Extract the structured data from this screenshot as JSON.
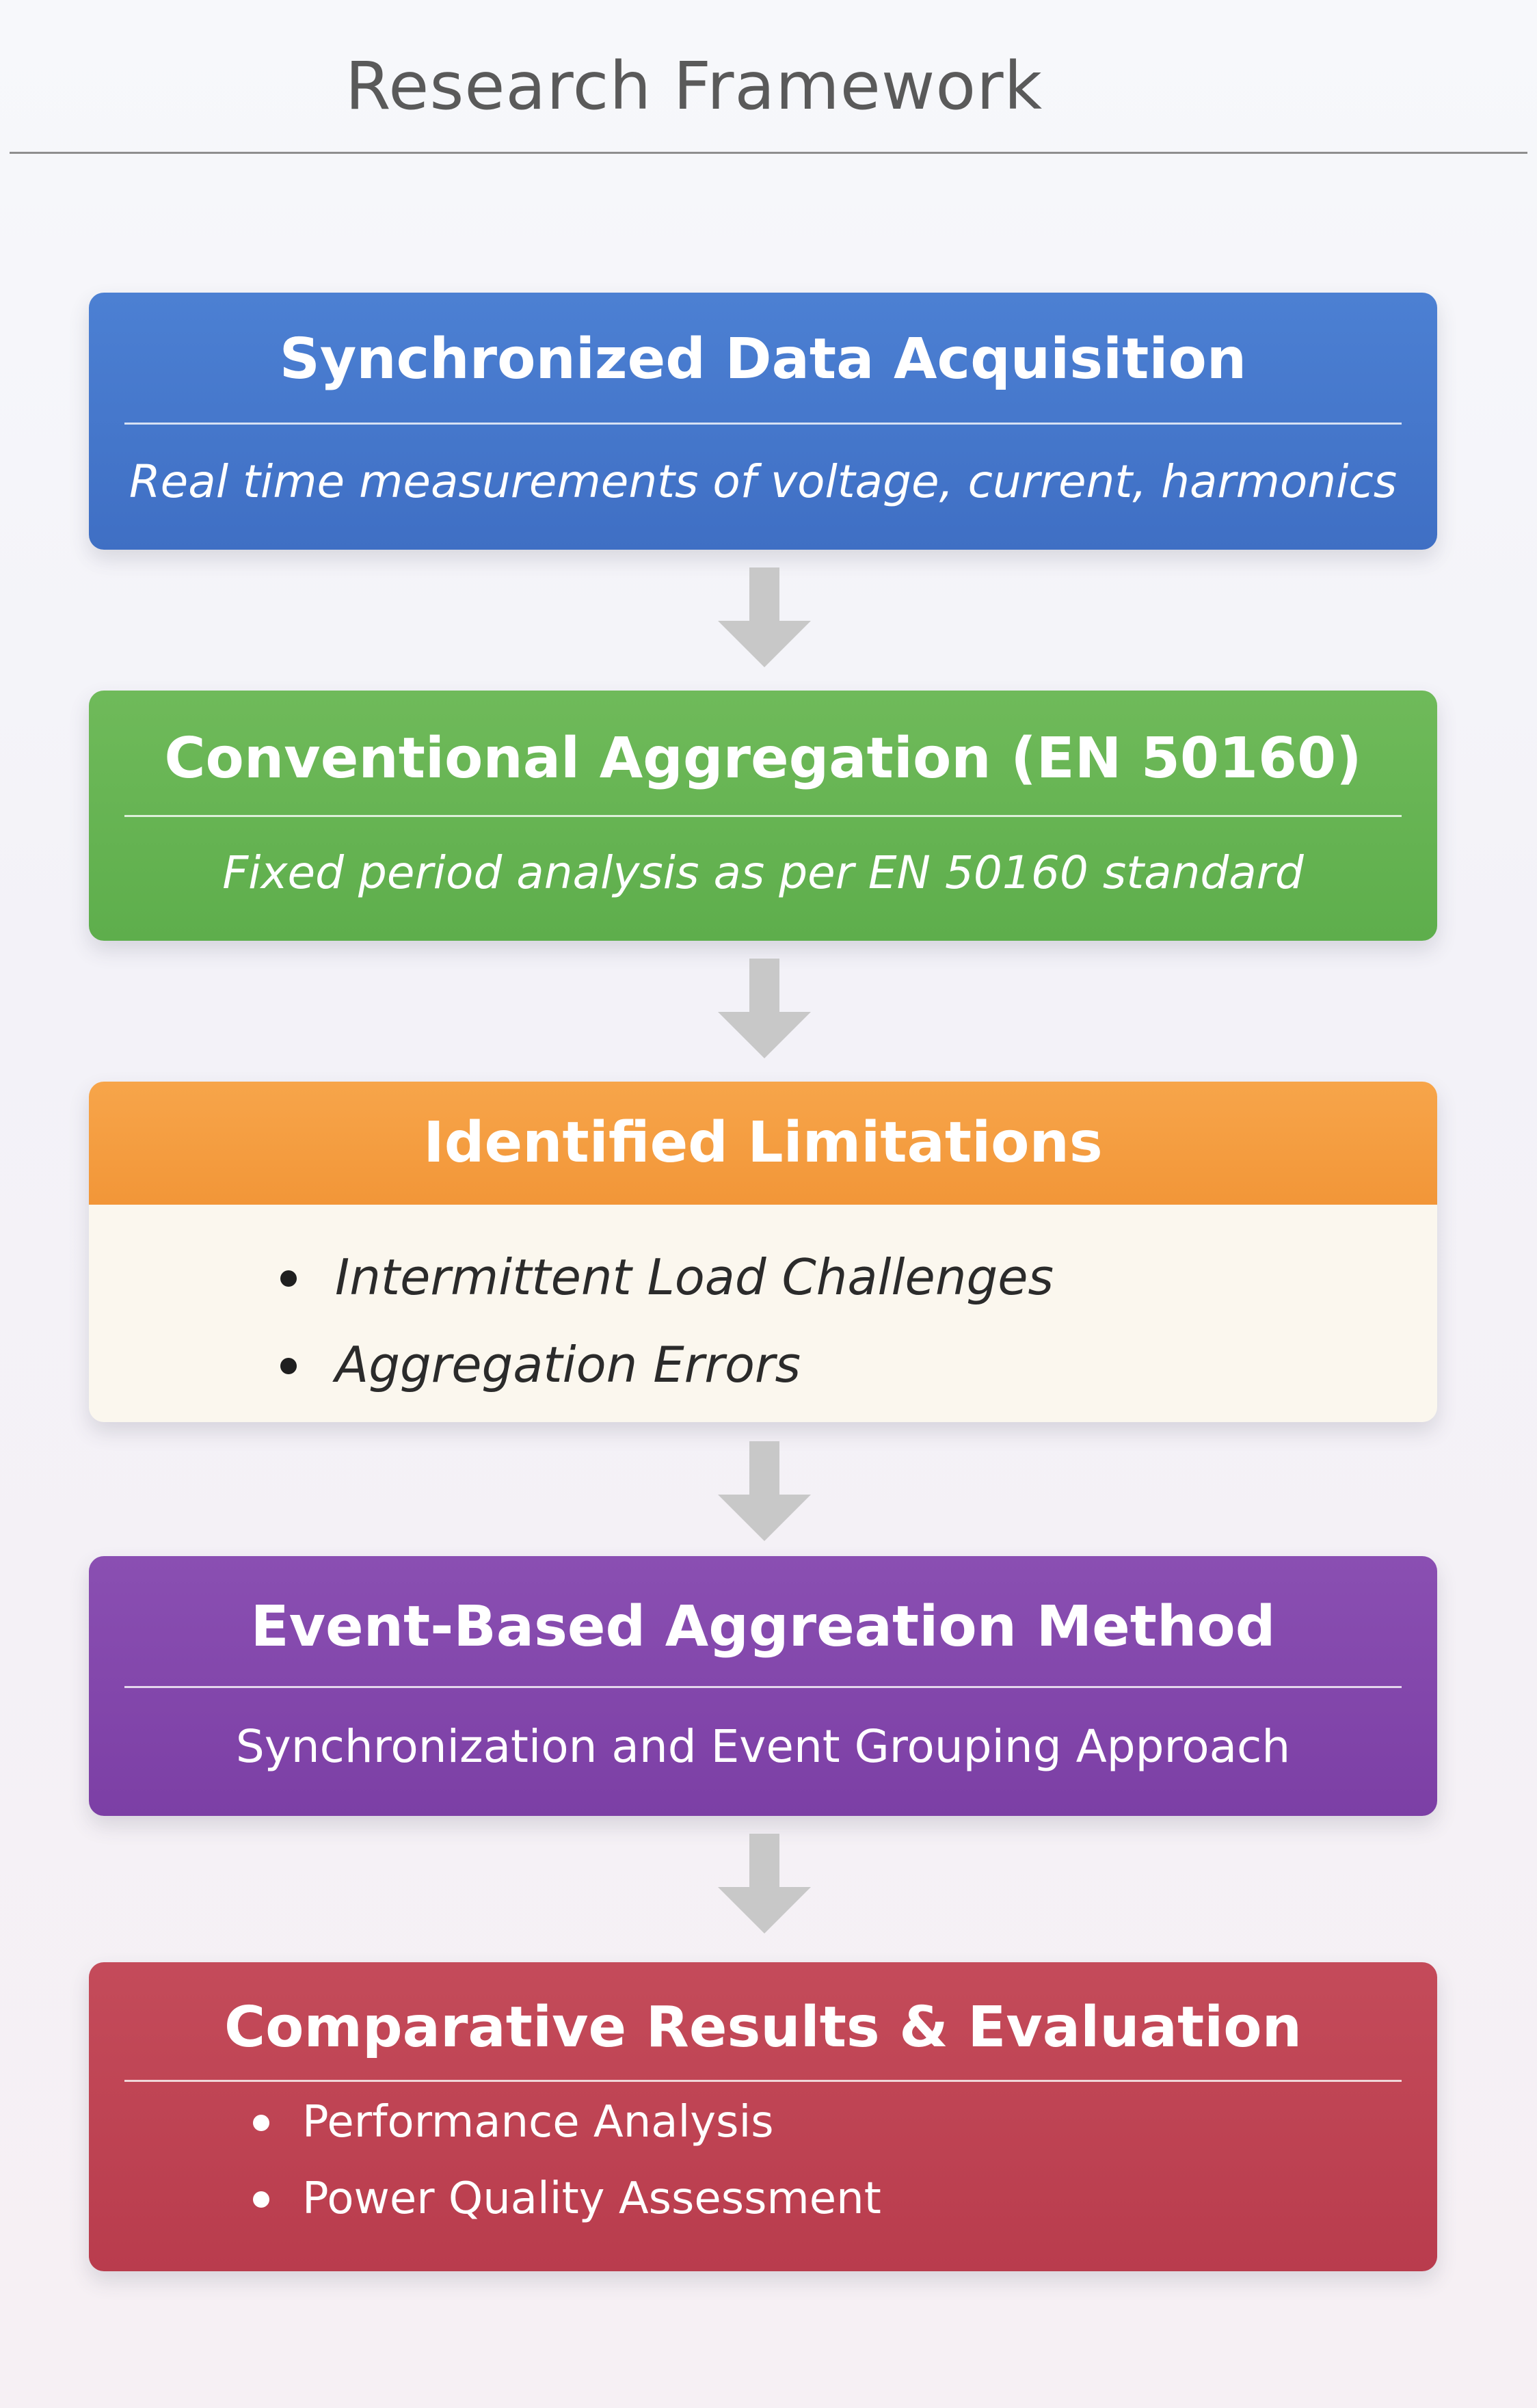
{
  "title": "Research Framework",
  "steps": [
    {
      "title": "Synchronized Data Acquisition",
      "subtitle": "Real time measurements of voltage, current, harmonics"
    },
    {
      "title": "Conventional Aggregation (EN 50160)",
      "subtitle": "Fixed period analysis as per EN 50160 standard"
    },
    {
      "title": "Identified Limitations",
      "items": [
        "Intermittent Load Challenges",
        "Aggregation Errors"
      ]
    },
    {
      "title": "Event-Based Aggreation Method",
      "subtitle": "Synchronization and Event Grouping Approach"
    },
    {
      "title": "Comparative Results & Evaluation",
      "items": [
        "Performance Analysis",
        "Power Quality Assessment"
      ]
    }
  ],
  "colors": {
    "step1": "#4a7bd0",
    "step2": "#67b454",
    "step3_header": "#f4a040",
    "step3_body": "#fbf7ee",
    "step4": "#8346ab",
    "step5": "#bf4353",
    "arrow": "#c8c8c8"
  },
  "connector_icon": "arrow-down-icon"
}
